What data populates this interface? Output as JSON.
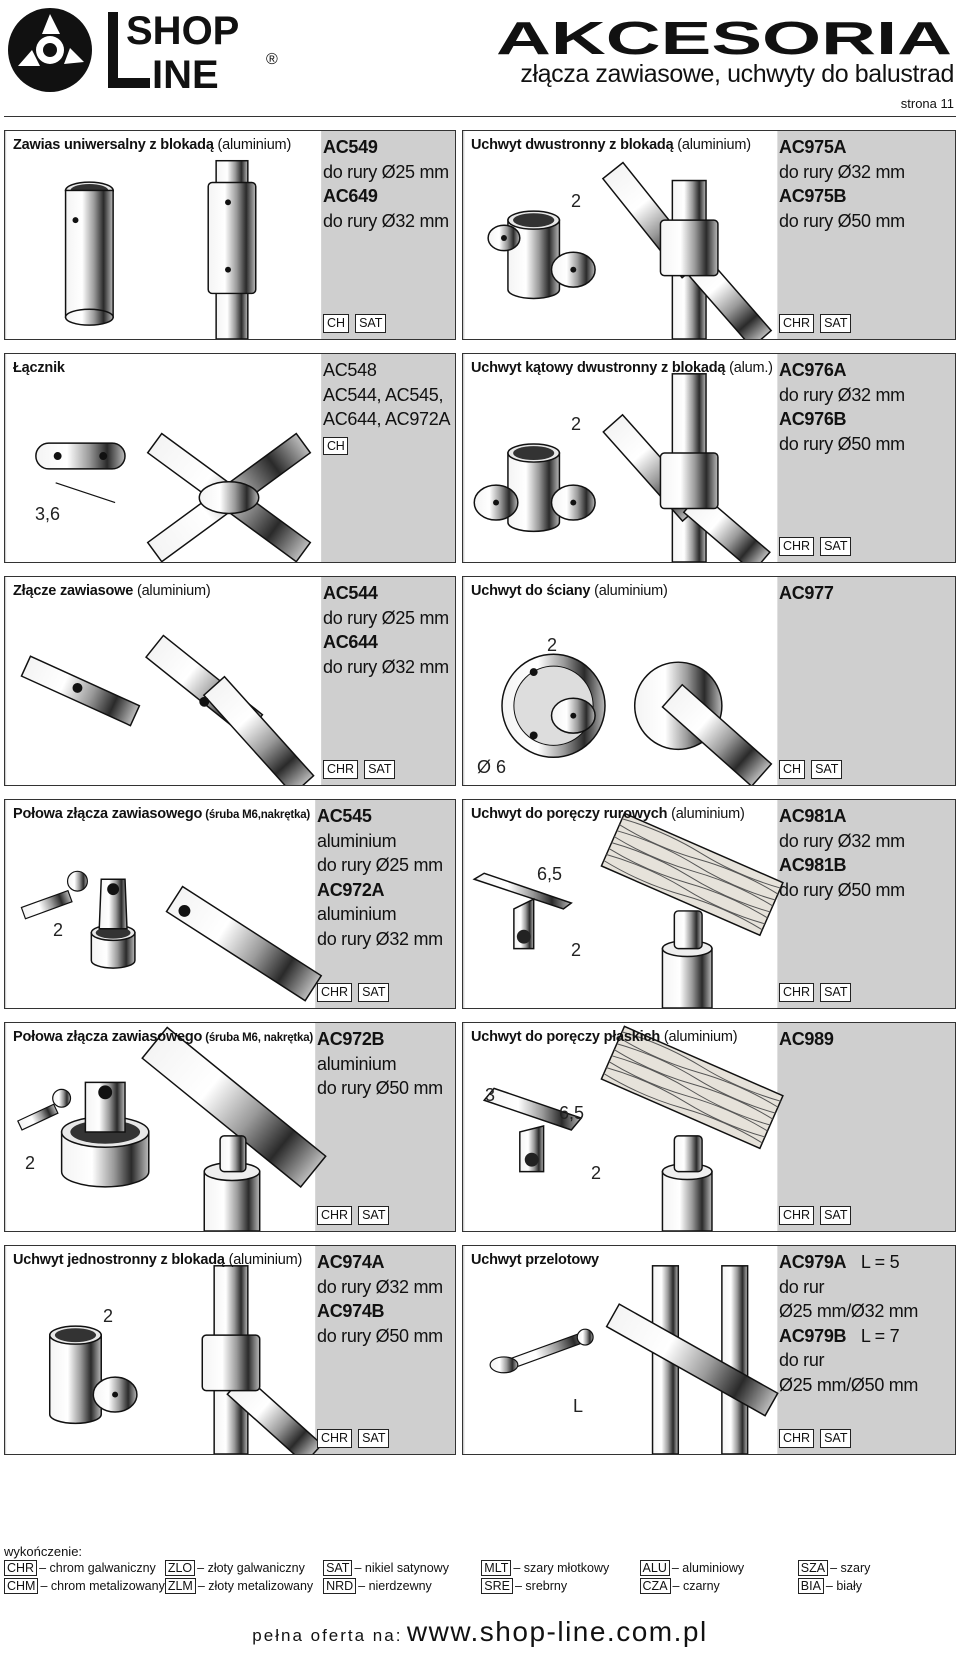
{
  "brand": {
    "logo_line1": "SHOP",
    "logo_line2": "INE",
    "logo_initial": "L",
    "registered": "®"
  },
  "header": {
    "title": "AKCESORIA",
    "subtitle": "złącza zawiasowe, uchwyty do balustrad",
    "page": "strona 11"
  },
  "panels": [
    {
      "id": "p1",
      "title": "Zawias uniwersalny z blokadą",
      "suffix": "(aluminium)",
      "suffix_small": "",
      "lines": [
        {
          "t": "AC549",
          "b": true
        },
        {
          "t": "do rury Ø25 mm",
          "b": false
        },
        {
          "t": "AC649",
          "b": true
        },
        {
          "t": "do rury Ø32 mm",
          "b": false
        }
      ],
      "finish": [
        "CH",
        "SAT"
      ],
      "dims": []
    },
    {
      "id": "p2",
      "title": "Uchwyt dwustronny z blokadą",
      "suffix": "(aluminium)",
      "suffix_small": "",
      "lines": [
        {
          "t": "AC975A",
          "b": true
        },
        {
          "t": "do rury Ø32 mm",
          "b": false
        },
        {
          "t": "AC975B",
          "b": true
        },
        {
          "t": "do rury Ø50 mm",
          "b": false
        }
      ],
      "finish": [
        "CHR",
        "SAT"
      ],
      "dims": [
        "2"
      ]
    },
    {
      "id": "p3",
      "title": "Łącznik",
      "suffix": "",
      "suffix_small": "",
      "lines": [
        {
          "t": "AC548",
          "b": false
        },
        {
          "t": "AC544, AC545,",
          "b": false
        },
        {
          "t": "AC644, AC972A",
          "b": false
        }
      ],
      "inline_badge": "CH",
      "finish": [],
      "dims": [
        "3,6"
      ]
    },
    {
      "id": "p4",
      "title": "Uchwyt kątowy dwustronny z blokadą",
      "suffix": "(alum.)",
      "suffix_small": "",
      "lines": [
        {
          "t": "AC976A",
          "b": true
        },
        {
          "t": "do rury Ø32 mm",
          "b": false
        },
        {
          "t": "AC976B",
          "b": true
        },
        {
          "t": "do rury Ø50 mm",
          "b": false
        }
      ],
      "finish": [
        "CHR",
        "SAT"
      ],
      "dims": [
        "2"
      ]
    },
    {
      "id": "p5",
      "title": "Złącze zawiasowe",
      "suffix": "(aluminium)",
      "suffix_small": "",
      "lines": [
        {
          "t": "AC544",
          "b": true
        },
        {
          "t": "do rury Ø25 mm",
          "b": false
        },
        {
          "t": "AC644",
          "b": true
        },
        {
          "t": "do rury Ø32 mm",
          "b": false
        }
      ],
      "finish": [
        "CHR",
        "SAT"
      ],
      "dims": []
    },
    {
      "id": "p6",
      "title": "Uchwyt do ściany",
      "suffix": "(aluminium)",
      "suffix_small": "",
      "lines": [
        {
          "t": "AC977",
          "b": true
        }
      ],
      "finish": [
        "CH",
        "SAT"
      ],
      "dims": [
        "2",
        "Ø 6"
      ]
    },
    {
      "id": "p7",
      "title": "Połowa złącza zawiasowego",
      "suffix": "",
      "suffix_small": "(śruba M6,nakrętka)",
      "lines": [
        {
          "t": "AC545",
          "b": true
        },
        {
          "t": "aluminium",
          "b": false
        },
        {
          "t": "do rury Ø25 mm",
          "b": false
        },
        {
          "t": "AC972A",
          "b": true
        },
        {
          "t": "aluminium",
          "b": false
        },
        {
          "t": "do rury Ø32 mm",
          "b": false
        }
      ],
      "finish": [
        "CHR",
        "SAT"
      ],
      "dims": [
        "2"
      ]
    },
    {
      "id": "p8",
      "title": "Uchwyt do poręczy rurowych",
      "suffix": "(aluminium)",
      "suffix_small": "",
      "lines": [
        {
          "t": "AC981A",
          "b": true
        },
        {
          "t": "do rury Ø32 mm",
          "b": false
        },
        {
          "t": "AC981B",
          "b": true
        },
        {
          "t": "do rury Ø50 mm",
          "b": false
        }
      ],
      "finish": [
        "CHR",
        "SAT"
      ],
      "dims": [
        "6,5",
        "2"
      ]
    },
    {
      "id": "p9",
      "title": "Połowa złącza zawiasowego",
      "suffix": "",
      "suffix_small": "(śruba M6, nakrętka)",
      "lines": [
        {
          "t": "AC972B",
          "b": true
        },
        {
          "t": "aluminium",
          "b": false
        },
        {
          "t": "do rury Ø50 mm",
          "b": false
        }
      ],
      "finish": [
        "CHR",
        "SAT"
      ],
      "dims": [
        "2"
      ]
    },
    {
      "id": "p10",
      "title": "Uchwyt do poręczy płaskich",
      "suffix": "(aluminium)",
      "suffix_small": "",
      "lines": [
        {
          "t": "AC989",
          "b": true
        }
      ],
      "finish": [
        "CHR",
        "SAT"
      ],
      "dims": [
        "3",
        "6,5",
        "2"
      ]
    },
    {
      "id": "p11",
      "title": "Uchwyt jednostronny z blokadą",
      "suffix": "(aluminium)",
      "suffix_small": "",
      "lines": [
        {
          "t": "AC974A",
          "b": true
        },
        {
          "t": "do rury Ø32 mm",
          "b": false
        },
        {
          "t": "AC974B",
          "b": true
        },
        {
          "t": "do rury Ø50 mm",
          "b": false
        }
      ],
      "finish": [
        "CHR",
        "SAT"
      ],
      "dims": [
        "2"
      ]
    },
    {
      "id": "p12",
      "title": "Uchwyt przelotowy",
      "suffix": "",
      "suffix_small": "",
      "lines": [
        {
          "t": "AC979A",
          "b": true,
          "extra": "L = 5"
        },
        {
          "t": "do rur",
          "b": false
        },
        {
          "t": "Ø25 mm/Ø32 mm",
          "b": false
        },
        {
          "t": "AC979B",
          "b": true,
          "extra": "L = 7"
        },
        {
          "t": "do rur",
          "b": false
        },
        {
          "t": "Ø25 mm/Ø50 mm",
          "b": false
        }
      ],
      "finish": [
        "CHR",
        "SAT"
      ],
      "dims": [
        "L"
      ]
    }
  ],
  "legend": {
    "title": "wykończenie:",
    "items": [
      {
        "code": "CHR",
        "label": "– chrom galwaniczny"
      },
      {
        "code": "ZLO",
        "label": "– złoty galwaniczny"
      },
      {
        "code": "SAT",
        "label": "– nikiel satynowy"
      },
      {
        "code": "MLT",
        "label": "– szary młotkowy"
      },
      {
        "code": "ALU",
        "label": "– aluminiowy"
      },
      {
        "code": "SZA",
        "label": "– szary"
      },
      {
        "code": "CHM",
        "label": "– chrom metalizowany"
      },
      {
        "code": "ZLM",
        "label": "– złoty metalizowany"
      },
      {
        "code": "NRD",
        "label": "– nierdzewny"
      },
      {
        "code": "SRE",
        "label": "– srebrny"
      },
      {
        "code": "CZA",
        "label": "– czarny"
      },
      {
        "code": "BIA",
        "label": "– biały"
      }
    ]
  },
  "footer": {
    "prefix": "pełna oferta na:",
    "url": "www.shop-line.com.pl"
  },
  "colors": {
    "panel_bg": "#cfcfcf",
    "border": "#333333",
    "text": "#111111"
  }
}
